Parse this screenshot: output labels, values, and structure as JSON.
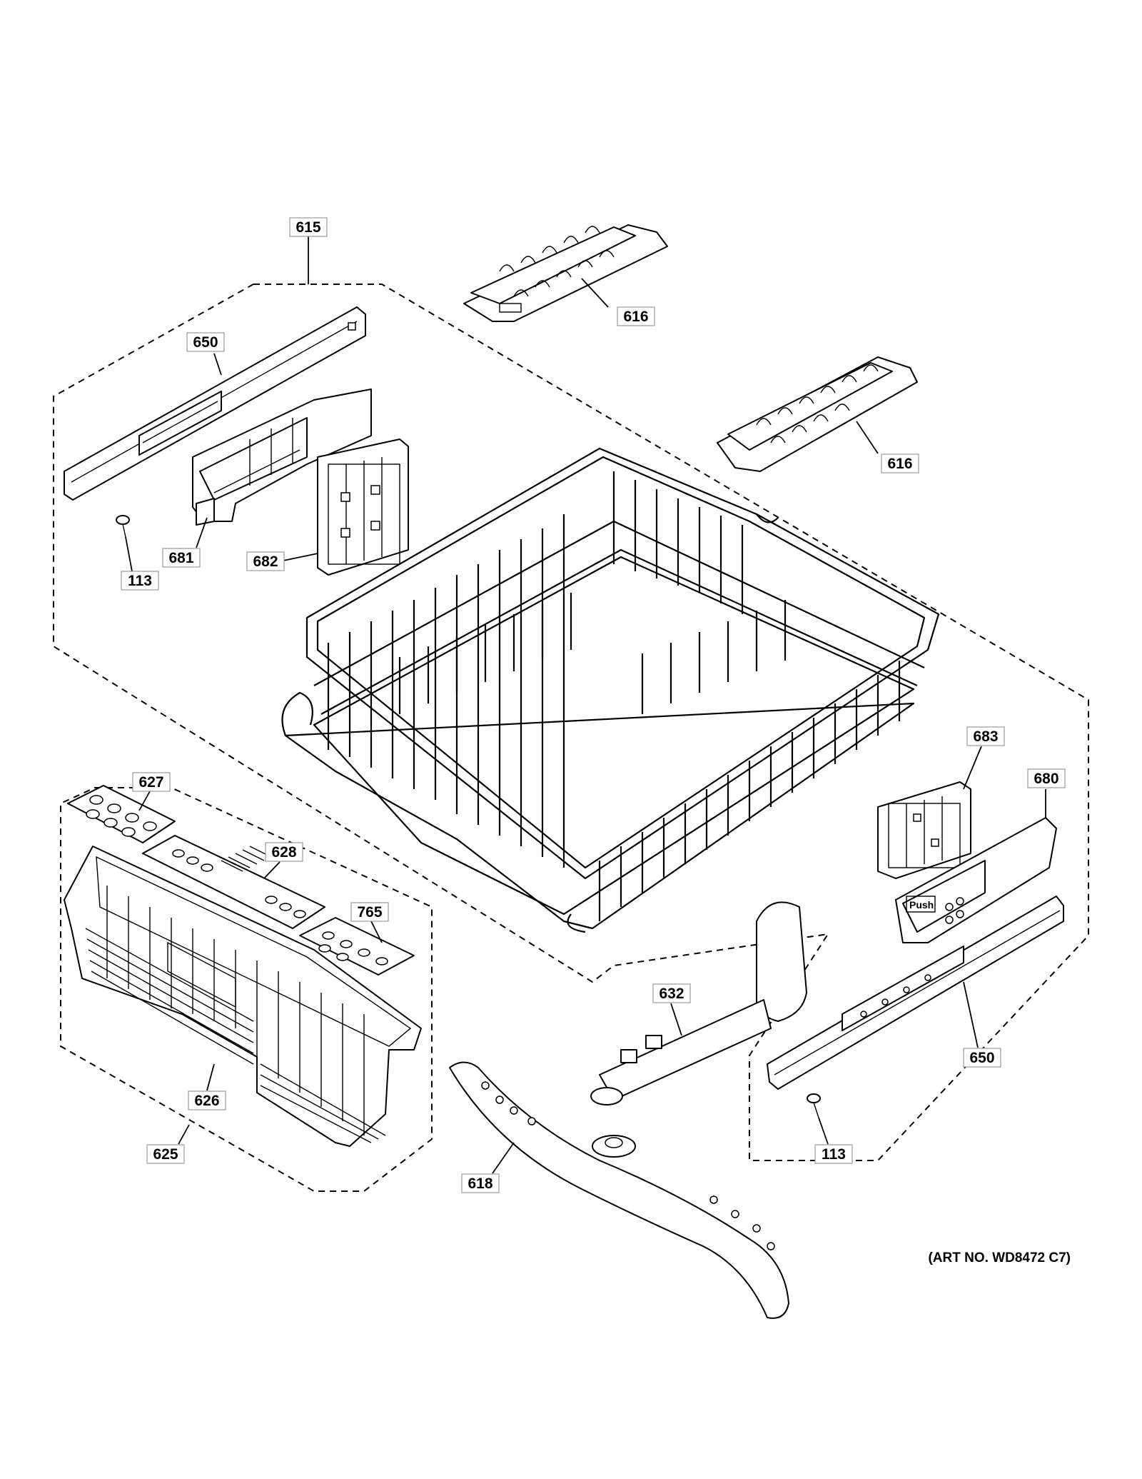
{
  "diagram": {
    "art_number": "(ART NO. WD8472 C7)",
    "callouts": {
      "c615": "615",
      "c616a": "616",
      "c616b": "616",
      "c650a": "650",
      "c650b": "650",
      "c113a": "113",
      "c113b": "113",
      "c681": "681",
      "c682": "682",
      "c683": "683",
      "c680": "680",
      "c627": "627",
      "c628": "628",
      "c765": "765",
      "c626": "626",
      "c625": "625",
      "c632": "632",
      "c618": "618"
    }
  }
}
